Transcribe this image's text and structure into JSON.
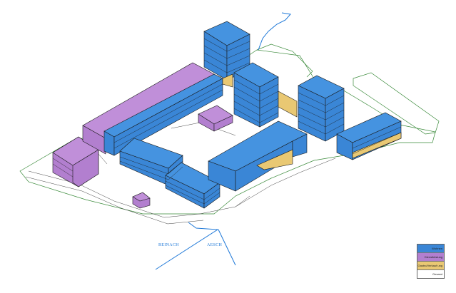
{
  "colors": {
    "wohnen": "#3a86d6",
    "wohnen_top": "#4593e0",
    "dienstleistung": "#b27fcf",
    "dienstleistung_top": "#c08fd9",
    "gastro": "#e9c873",
    "gesamt": "#ffffff",
    "site_line": "#3a8a3a",
    "road_line": "#1e78d8",
    "edge": "#1a1a1a"
  },
  "labels": {
    "left_place": "REINACH",
    "right_place": "AESCH"
  },
  "legend": {
    "items": [
      {
        "label": "Wohnen",
        "color_key": "wohnen"
      },
      {
        "label": "Dienstleistung",
        "color_key": "dienstleistung"
      },
      {
        "label": "Gastro/Verkauf ung",
        "color_key": "gastro"
      },
      {
        "label": "Gesamt",
        "color_key": "gesamt"
      }
    ]
  }
}
